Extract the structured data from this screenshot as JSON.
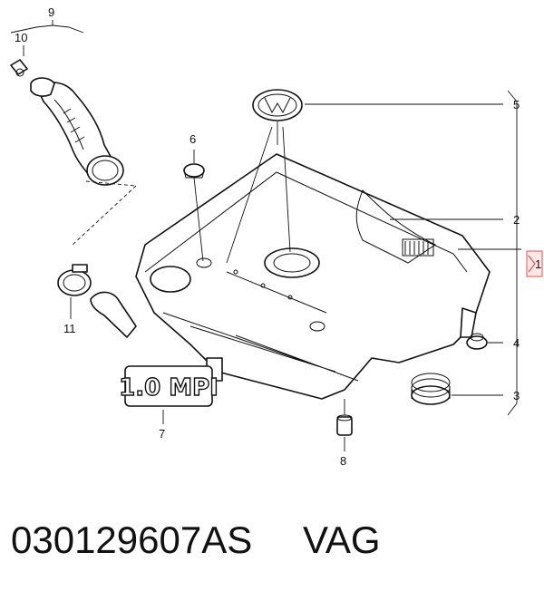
{
  "callouts": {
    "c1": "1",
    "c2": "2",
    "c3": "3",
    "c4": "4",
    "c5": "5",
    "c6": "6",
    "c7": "7",
    "c8": "8",
    "c9": "9",
    "c10": "10",
    "c11": "11"
  },
  "badge_text": "1.0 MPI",
  "footer": {
    "part_number": "030129607AS",
    "vendor": "VAG"
  },
  "colors": {
    "ink": "#111111",
    "marker": "#e05050",
    "background": "#ffffff"
  }
}
